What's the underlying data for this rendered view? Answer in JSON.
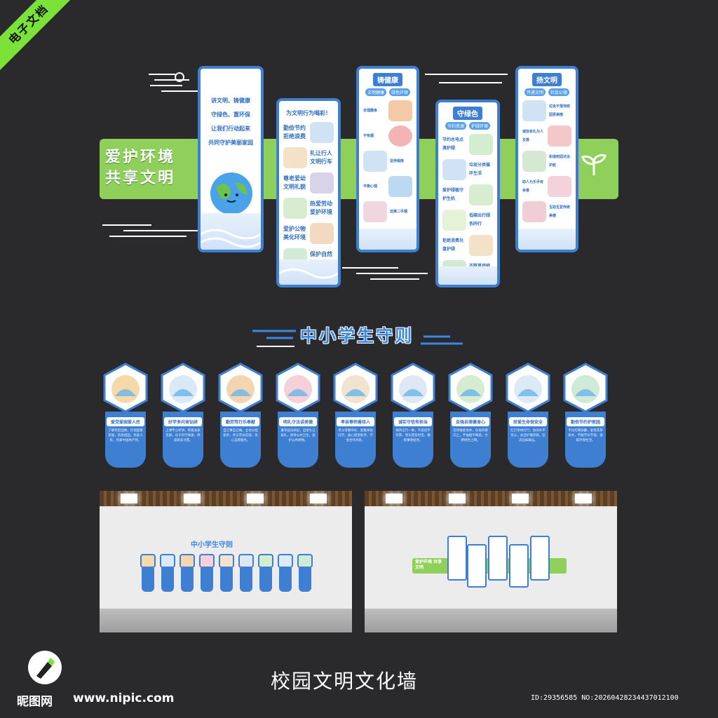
{
  "ribbon": "电子文档",
  "band": {
    "title_line1": "爱护环境",
    "title_line2": "共享文明"
  },
  "panel1": {
    "lines": [
      "讲文明、铸健康",
      "守绿色、重环保",
      "让我们行动起来",
      "共同守护美丽家园"
    ]
  },
  "panel2": {
    "title": "为文明行为喝彩！",
    "items": [
      "勤俭节约拒绝浪费",
      "礼让行人文明行车",
      "尊老爱幼文明礼貌",
      "热爱劳动爱护环境",
      "爱护公物美化环境",
      "保护自然和谐共生"
    ]
  },
  "panel3": {
    "title": "铸健康",
    "subs": [
      "文明健康",
      "绿色环保"
    ],
    "items": [
      "合理膳食",
      "不吸烟",
      "坚持锻炼",
      "平衡心理",
      "远离二手烟"
    ]
  },
  "panel4": {
    "title": "守绿色",
    "subs": [
      "节约资源",
      "护绿环保"
    ],
    "items": [
      "节约水电点滴护绿",
      "垃圾分类循环生活",
      "爱护绿植守护生机",
      "低碳出行绿色同行",
      "拒绝浪费光盘护绿",
      "不踩草坪呵护绿意"
    ]
  },
  "panel5": {
    "title": "扬文明",
    "subs": [
      "传递文明",
      "社会公德"
    ],
    "items": [
      "垃圾不落地校园更美丽",
      "诚信有礼为人友善",
      "和谐校园法治护航",
      "助人为乐手有余香",
      "互助互爱传统美德"
    ]
  },
  "section_title": "中小学生守则",
  "rules": [
    {
      "label": "爱党爱国爱人民",
      "text": "了解党史国情，珍视国家荣誉，热爱祖国，热爱人民，热爱中国共产党。"
    },
    {
      "label": "好学多问肯钻研",
      "text": "上课专心听讲，积极发表见解，乐于科学探索，养成阅读习惯。"
    },
    {
      "label": "勤劳笃行乐奉献",
      "text": "自己事自己做，主动分担家务，参与劳动实践，热心志愿服务。"
    },
    {
      "label": "明礼守法讲美德",
      "text": "遵守国法校纪，自觉礼让排队，保持公共卫生，爱护公共财物。"
    },
    {
      "label": "孝亲尊师善待人",
      "text": "孝父母敬师长，爱集体助同学，虚心接受批评，学会合作共处。"
    },
    {
      "label": "诚实守信有担当",
      "text": "保持言行一致，不说谎不作弊，借东西及时还，做错事勇担责。"
    },
    {
      "label": "自强自律健身心",
      "text": "坚持锻炼身体，乐观开朗向上，不抽烟不喝酒，文明绿色上网。"
    },
    {
      "label": "珍爱生命保安全",
      "text": "红灯停绿灯行，防溺水不玩火，会自护懂求救，坚决远离毒品。"
    },
    {
      "label": "勤俭节约护家园",
      "text": "不比吃喝穿戴，爱惜花草树木，节粮节水节电，低碳环保生活。"
    }
  ],
  "room1": {
    "sign": "中小学生守则"
  },
  "room2": {
    "band": "爱护环境 共享文明"
  },
  "footer_title": "校园文明文化墙",
  "logo": "昵图网",
  "site": "www.nipic.com",
  "id_text": "ID:29356585 NO:20260428234437012100",
  "colors": {
    "bg": "#2a2a2c",
    "blue": "#3e7fd2",
    "green": "#8fd05a",
    "ribbon": "#7be23a"
  }
}
